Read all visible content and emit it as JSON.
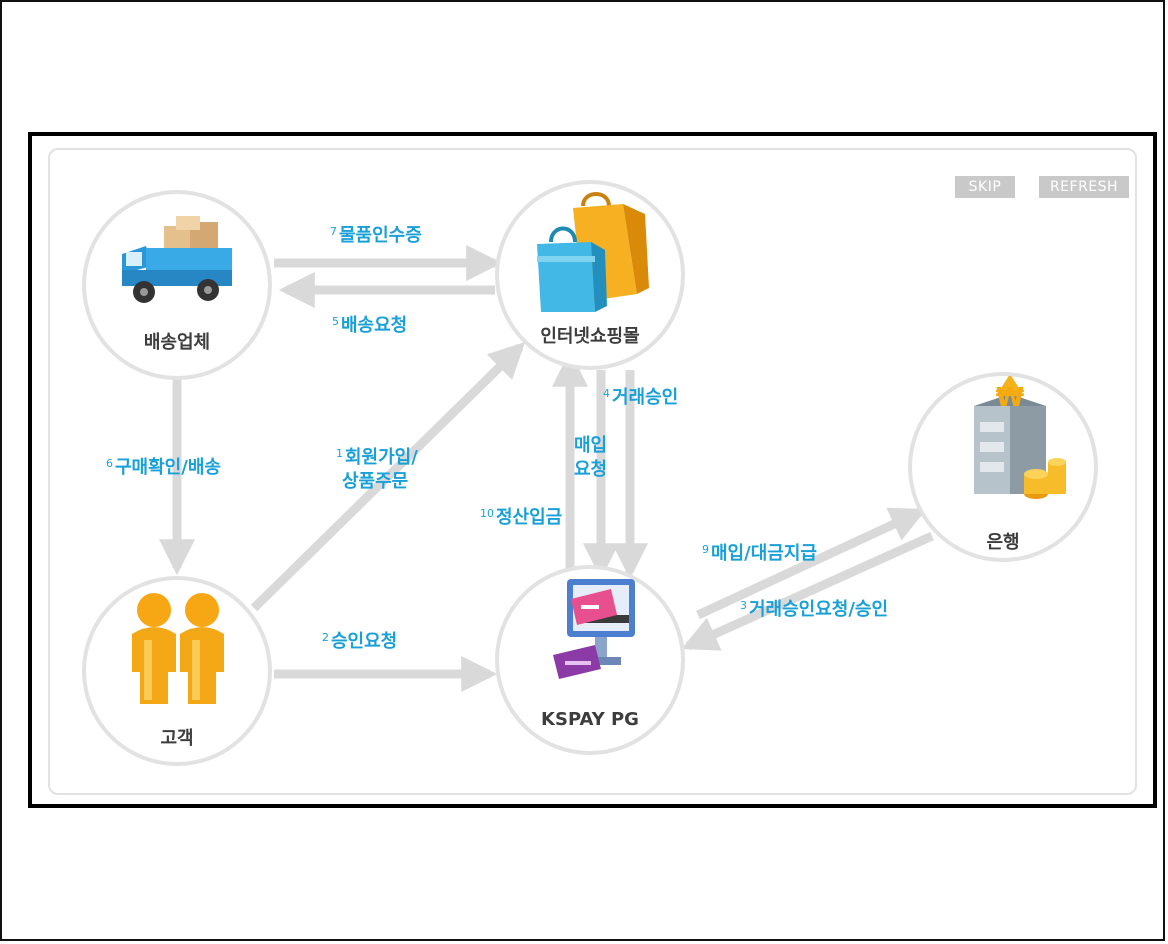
{
  "buttons": {
    "skip": "SKIP",
    "refresh": "REFRESH"
  },
  "nodes": {
    "delivery": "배송업체",
    "shop": "인터넷쇼핑몰",
    "bank": "은행",
    "customer": "고객",
    "pg": "KSPAY PG"
  },
  "steps": {
    "s1": {
      "num": "1",
      "line1": "회원가입/",
      "line2": "상품주문"
    },
    "s2": {
      "num": "2",
      "text": "승인요청"
    },
    "s3": {
      "num": "3",
      "text": "거래승인요청/승인"
    },
    "s4": {
      "num": "4",
      "text": "거래승인"
    },
    "s5": {
      "num": "5",
      "text": "배송요청"
    },
    "s6": {
      "num": "6",
      "text": "구매확인/배송"
    },
    "s7": {
      "num": "7",
      "text": "물품인수증"
    },
    "s8": {
      "line1": "매입",
      "line2": "요청"
    },
    "s9": {
      "num": "9",
      "text": "매입/대금지급"
    },
    "s10": {
      "num": "10",
      "text": "정산입금"
    }
  },
  "colors": {
    "step_text": "#1aa0d8",
    "arrow": "#d9d9d9",
    "node_border": "#e2e2e2",
    "node_label": "#3d3d3d",
    "button_bg": "#c9c9c9"
  }
}
